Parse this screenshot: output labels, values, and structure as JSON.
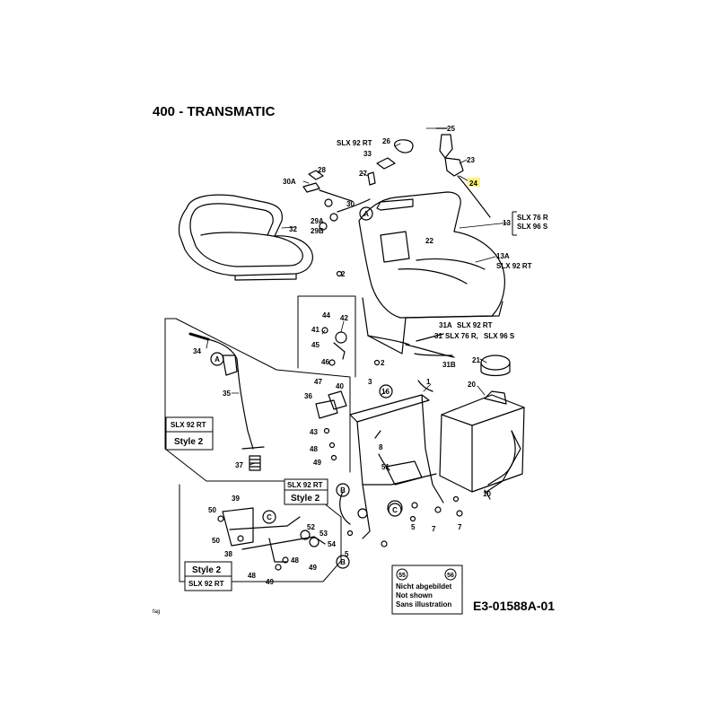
{
  "title": "400 - TRANSMATIC",
  "drawing_code": "E3-01588A-01",
  "corner_note": "fag",
  "parts": {
    "p1": "1",
    "p2a": "2",
    "p2b": "2",
    "p3": "3",
    "p5a": "5",
    "p5b": "5",
    "p7a": "7",
    "p7b": "7",
    "p8": "8",
    "p10": "10",
    "p13": "13",
    "p13a": "13A",
    "p16": "16",
    "p20": "20",
    "p21": "21",
    "p22": "22",
    "p23": "23",
    "p24": "24",
    "p25": "25",
    "p26": "26",
    "p27": "27",
    "p28": "28",
    "p29a": "29A",
    "p29b": "29B",
    "p30": "30",
    "p30a": "30A",
    "p31": "31",
    "p31a": "31A",
    "p31b": "31B",
    "p32": "32",
    "p33": "33",
    "p34": "34",
    "p35": "35",
    "p36": "36",
    "p37": "37",
    "p38": "38",
    "p39": "39",
    "p40": "40",
    "p41": "41",
    "p42": "42",
    "p43": "43",
    "p44": "44",
    "p45": "45",
    "p46": "46",
    "p47": "47",
    "p48a": "48",
    "p48b": "48",
    "p48c": "48",
    "p49a": "49",
    "p49b": "49",
    "p49c": "49",
    "p50a": "50",
    "p50b": "50",
    "p51": "51",
    "p52": "52",
    "p53": "53",
    "p54": "54"
  },
  "callouts": {
    "a1": "A",
    "a2": "A",
    "b1": "B",
    "b2": "B",
    "c1": "C",
    "c2": "C"
  },
  "model_labels": {
    "slx92rt_top": "SLX 92 RT",
    "slx76r": "SLX 76 R",
    "slx96s": "SLX 96 S",
    "slx92rt_13a": "SLX 92 RT",
    "slx92rt_31a": "SLX 92 RT",
    "slx76r_31": "SLX 76 R,",
    "slx96s_31": "SLX 96 S"
  },
  "boxes": {
    "left": {
      "model": "SLX 92 RT",
      "style": "Style 2"
    },
    "middle": {
      "model": "SLX 92 RT",
      "style": "Style 2"
    },
    "bottom": {
      "style": "Style 2",
      "model": "SLX 92 RT"
    }
  },
  "legend": {
    "badge1": "55",
    "badge2": "56",
    "line1": "Nicht abgebildet",
    "line2": "Not shown",
    "line3": "Sans illustration"
  }
}
